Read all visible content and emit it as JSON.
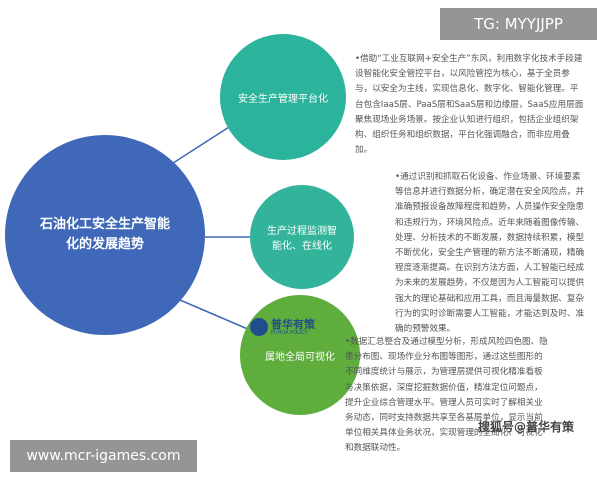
{
  "watermark_top": "TG: MYYJJPP",
  "watermark_bottom": "www.mcr-igames.com",
  "center": "石油化工安全生产智能化的发展趋势",
  "branches": [
    {
      "label": "安全生产管理平台化",
      "text": "•借助“工业互联网+安全生产”东风，利用数字化技术手段建设智能化安全管控平台，以风险管控为核心，基于全员参与，以安全为主线，实现信息化、数字化、智能化管理。平台包含IaaS层、PaaS层和SaaS层和边缘层，SaaS应用层面聚焦现场业务场景。按企业认知进行组织，包括企业组织架构、组织任务和组织数据，平台化强调融合，而非应用叠加。"
    },
    {
      "label": "生产过程监测智能化、在线化",
      "text": "•通过识别和抓取石化设备、作业场景、环境要素等信息并进行数据分析，确定潜在安全风险点，并准确预报设备故障程度和趋势，人员操作安全隐患和违规行为，环境风险点。近年来随着图像传输、处理、分析技术的不断发展，数据持续积累，模型不断优化，安全生产管理的新方法不断涌现，精确程度逐渐提高。在识别方法方面，人工智能已经成为未来的发展趋势，不仅是因为人工智能可以提供强大的理论基础和应用工具，而且海量数据、复杂行为的实时诊断需要人工智能，才能达到及时、准确的预警效果。"
    },
    {
      "label": "属地全局可视化",
      "text": "•数据汇总整合及通过模型分析，形成风险四色图、隐患分布图、现场作业分布图等图形，通过这些图形的不同维度统计与展示，为管理层提供可视化精准看板与决策依据，深度挖掘数据价值，精准定位问题点，提升企业综合管理水平。管理人员可实时了解相关业务动态，同时支持数据共享至各基层单位，显示当前单位相关具体业务状况，实现管理的全局化、可视化和数据联动性。"
    }
  ],
  "logo": {
    "name": "普华有策",
    "sub": "PUHUA POLICY"
  },
  "source_watermark": "搜狐号@普华有策",
  "colors": {
    "center": "#4068b8",
    "branch1": "#2bb39b",
    "branch2": "#33b49a",
    "branch3": "#5fae3d",
    "line": "#4068b8"
  }
}
